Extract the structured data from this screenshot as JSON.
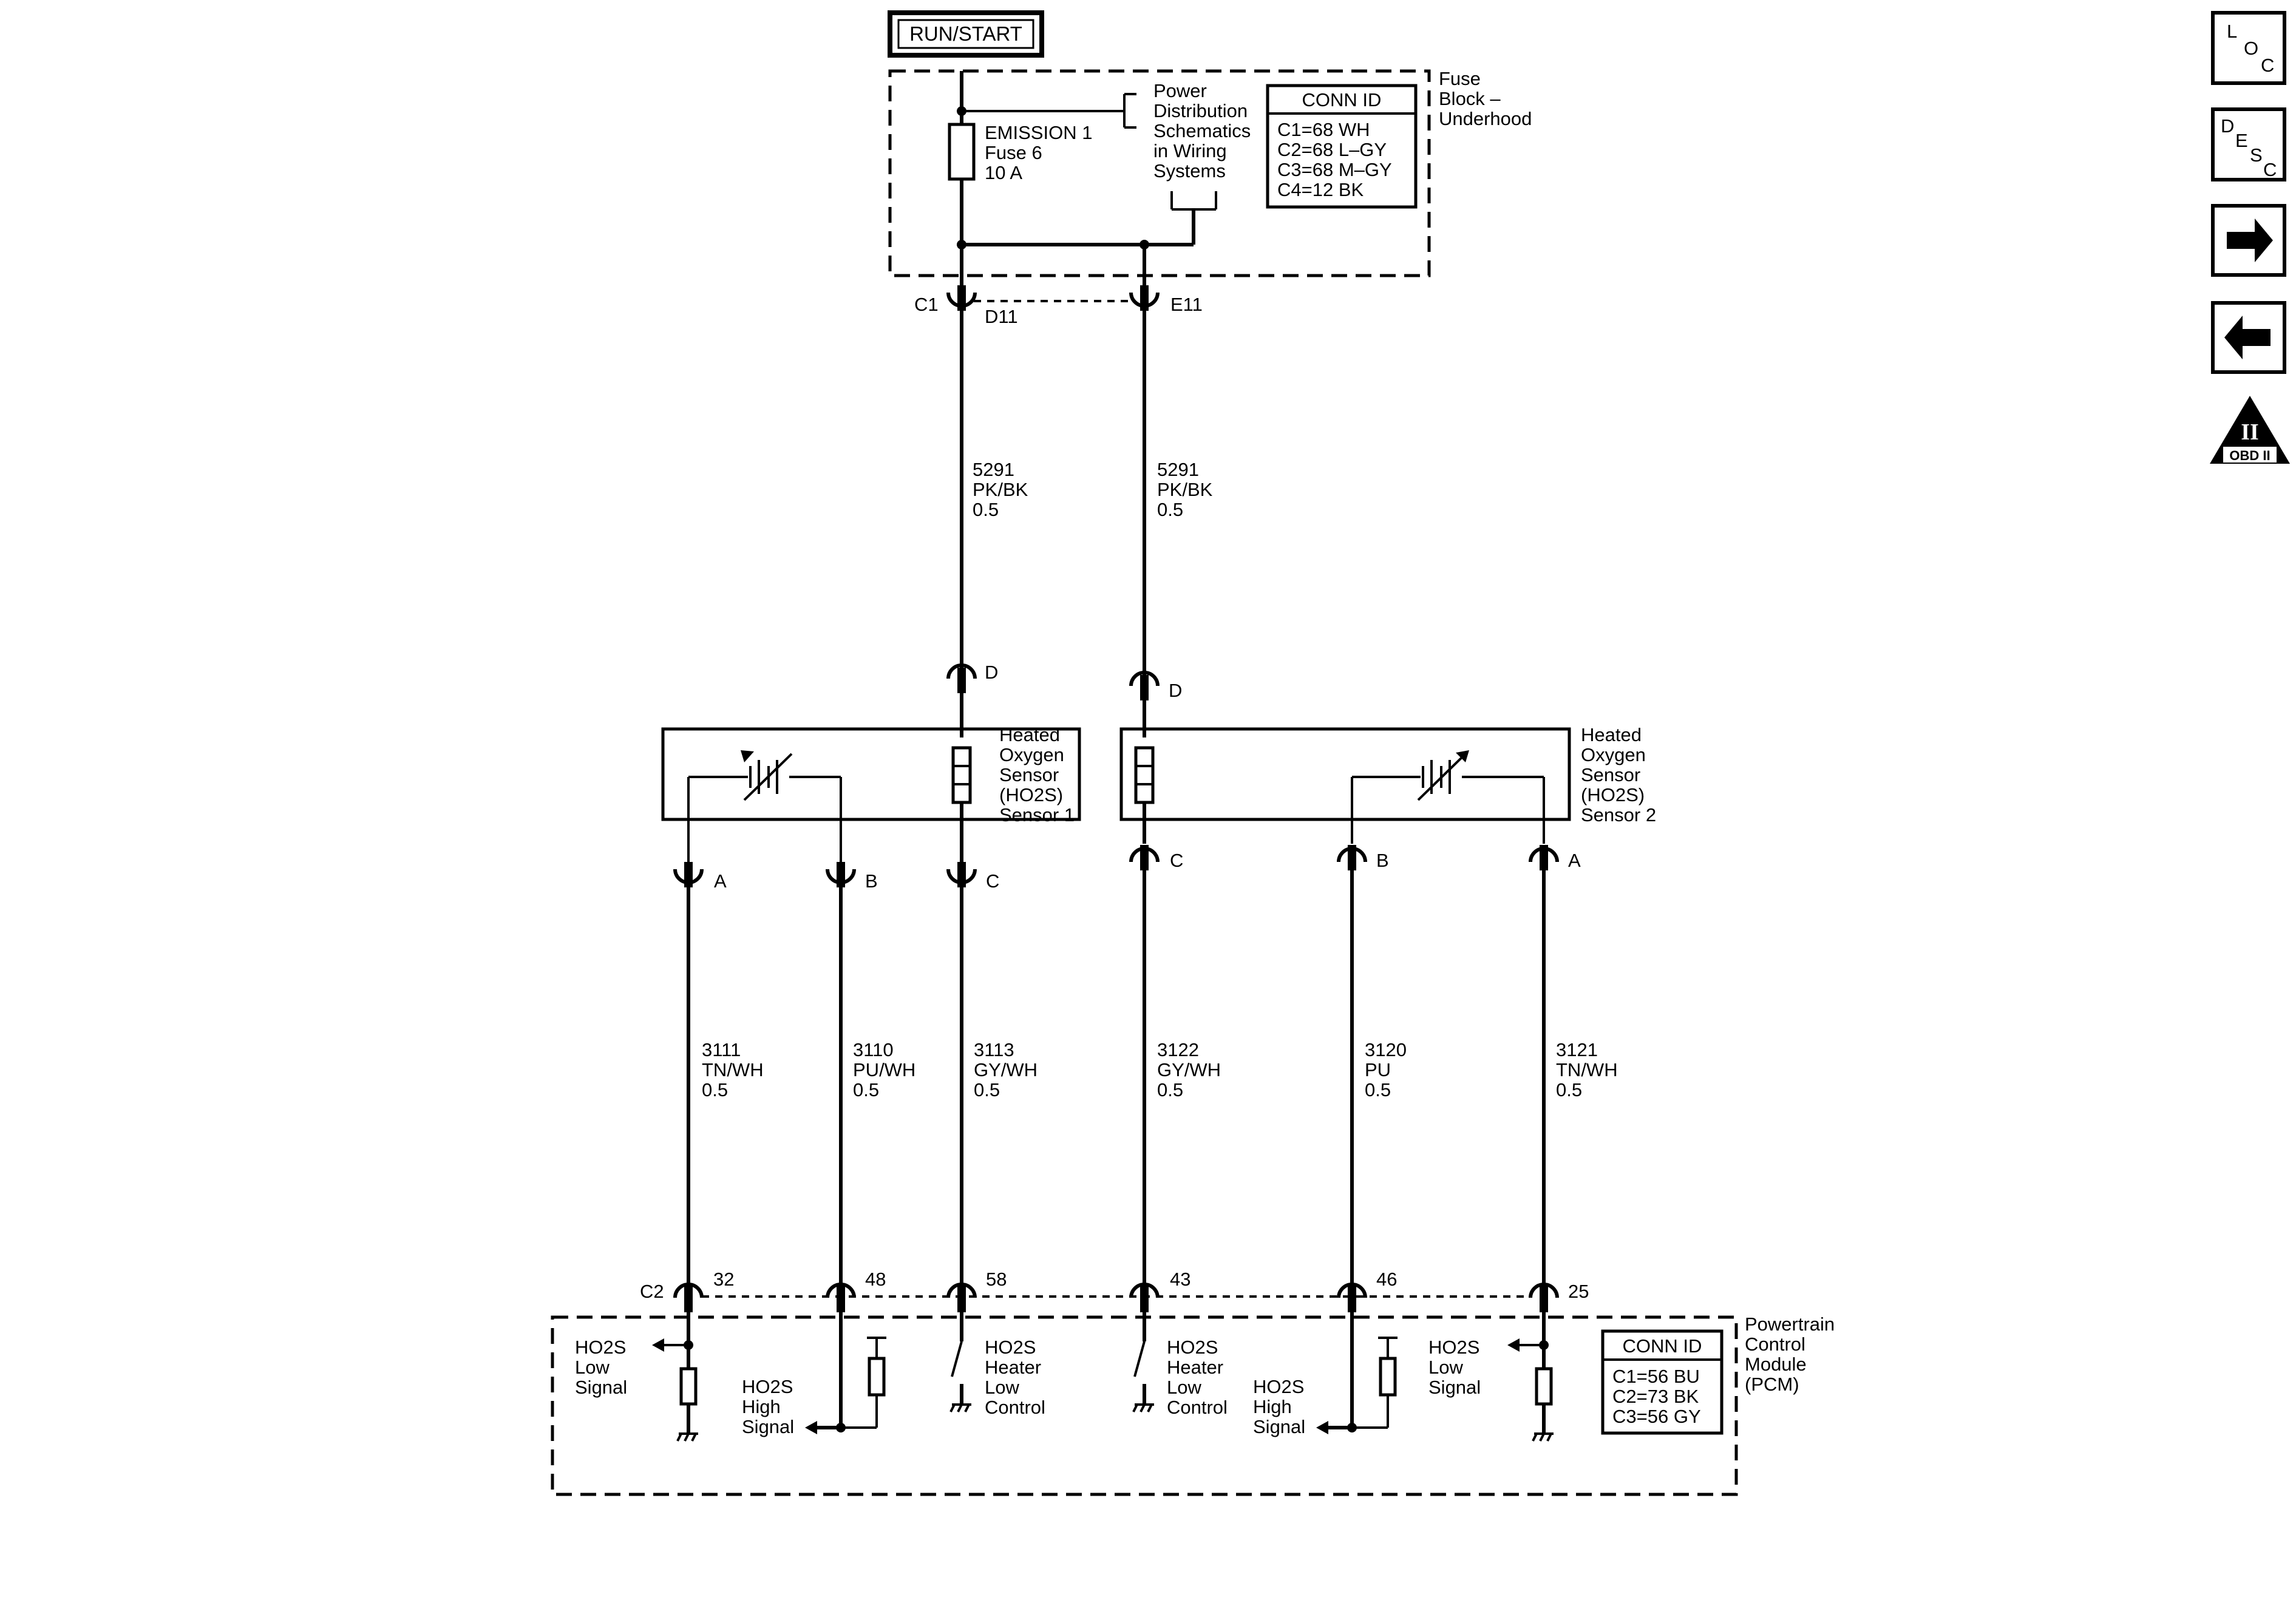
{
  "power": {
    "run_start": "RUN/START"
  },
  "fuse_block": {
    "fuse_name": "EMISSION 1",
    "fuse_number": "Fuse 6",
    "fuse_rating": "10 A",
    "dist_1": "Power",
    "dist_2": "Distribution",
    "dist_3": "Schematics",
    "dist_4": "in Wiring",
    "dist_5": "Systems",
    "title_1": "Fuse",
    "title_2": "Block –",
    "title_3": "Underhood",
    "conn_header": "CONN ID",
    "conn_1": "C1=68 WH",
    "conn_2": "C2=68 L–GY",
    "conn_3": "C3=68 M–GY",
    "conn_4": "C4=12 BK",
    "conn_label": "C1",
    "pin_left": "D11",
    "pin_right": "E11"
  },
  "feed_wires": {
    "left": {
      "circuit": "5291",
      "color": "PK/BK",
      "size": "0.5"
    },
    "right": {
      "circuit": "5291",
      "color": "PK/BK",
      "size": "0.5"
    }
  },
  "sensor1": {
    "top_pin": "D",
    "l1": "Heated",
    "l2": "Oxygen",
    "l3": "Sensor",
    "l4": "(HO2S)",
    "l5": "Sensor 1",
    "pin_a": "A",
    "pin_b": "B",
    "pin_c": "C"
  },
  "sensor2": {
    "top_pin": "D",
    "l1": "Heated",
    "l2": "Oxygen",
    "l3": "Sensor",
    "l4": "(HO2S)",
    "l5": "Sensor 2",
    "pin_c": "C",
    "pin_b": "B",
    "pin_a": "A"
  },
  "signal_wires": [
    {
      "circuit": "3111",
      "color": "TN/WH",
      "size": "0.5"
    },
    {
      "circuit": "3110",
      "color": "PU/WH",
      "size": "0.5"
    },
    {
      "circuit": "3113",
      "color": "GY/WH",
      "size": "0.5"
    },
    {
      "circuit": "3122",
      "color": "GY/WH",
      "size": "0.5"
    },
    {
      "circuit": "3120",
      "color": "PU",
      "size": "0.5"
    },
    {
      "circuit": "3121",
      "color": "TN/WH",
      "size": "0.5"
    }
  ],
  "pcm": {
    "conn_label": "C2",
    "pins": [
      "32",
      "48",
      "58",
      "43",
      "46",
      "25"
    ],
    "title_1": "Powertrain",
    "title_2": "Control",
    "title_3": "Module",
    "title_4": "(PCM)",
    "conn_header": "CONN ID",
    "conn_1": "C1=56 BU",
    "conn_2": "C2=73 BK",
    "conn_3": "C3=56 GY",
    "s1_low": [
      "HO2S",
      "Low",
      "Signal"
    ],
    "s1_high": [
      "HO2S",
      "High",
      "Signal"
    ],
    "s1_heater": [
      "HO2S",
      "Heater",
      "Low",
      "Control"
    ],
    "s2_heater": [
      "HO2S",
      "Heater",
      "Low",
      "Control"
    ],
    "s2_high": [
      "HO2S",
      "High",
      "Signal"
    ],
    "s2_low": [
      "HO2S",
      "Low",
      "Signal"
    ]
  },
  "nav": {
    "loc": [
      "L",
      "O",
      "C"
    ],
    "desc": [
      "D",
      "E",
      "S",
      "C"
    ],
    "obd_big": "II",
    "obd_small": "OBD II"
  }
}
